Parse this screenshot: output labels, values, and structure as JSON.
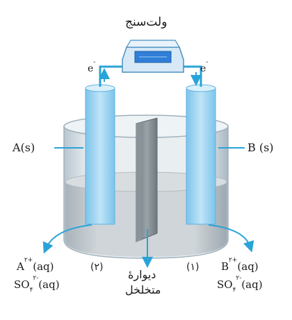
{
  "voltmeter": {
    "label": "ولت‌سنج",
    "display_color": "#2f7ed8",
    "body_color": "#d7e9f7"
  },
  "wires": {
    "left_electron": "e",
    "right_electron": "e",
    "electron_charge": "-"
  },
  "electrodes": {
    "left": {
      "label": "A(s)",
      "color": "#9fd3f0"
    },
    "right": {
      "label": "B (s)",
      "color": "#9fd3f0"
    }
  },
  "membrane": {
    "label_line1": "دیوارهٔ",
    "label_line2": "متخلخل",
    "color": "#7f8a90"
  },
  "compartments": {
    "left_number": "(۲)",
    "right_number": "(۱)"
  },
  "solutions": {
    "left": {
      "cation": "A",
      "cation_charge": "۲+",
      "cation_state": "(aq)",
      "anion": "SO",
      "anion_sub": "۴",
      "anion_charge": "۲-",
      "anion_state": "(aq)"
    },
    "right": {
      "cation": "B",
      "cation_charge": "۲+",
      "cation_state": "(aq)",
      "anion": "SO",
      "anion_sub": "۴",
      "anion_charge": "۲-",
      "anion_state": "(aq)"
    }
  },
  "colors": {
    "arrow": "#2aa3d8",
    "solution": "#c9cfd3",
    "beaker": "#d9e2e8"
  }
}
